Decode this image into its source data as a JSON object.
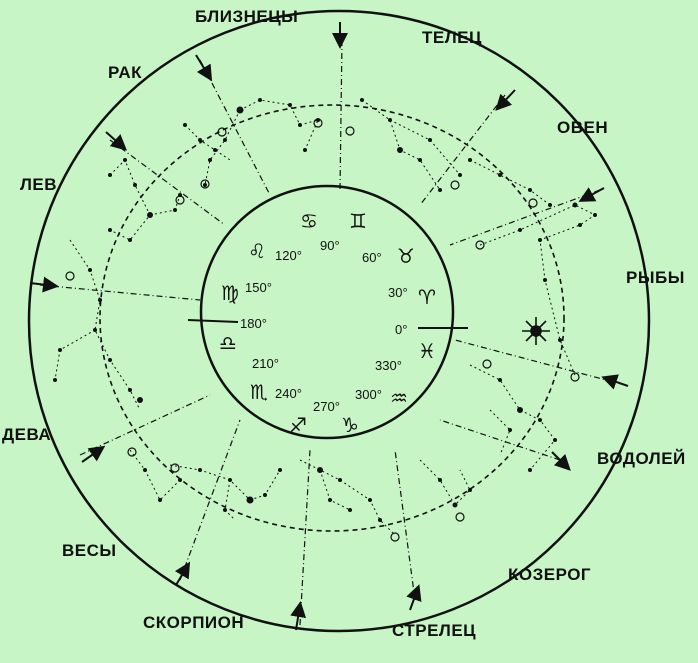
{
  "zodiac_labels": {
    "gemini": "БЛИЗНЕЦЫ",
    "taurus": "ТЕЛЕЦ",
    "cancer": "РАК",
    "aries": "ОВЕН",
    "leo": "ЛЕВ",
    "pisces": "РЫБЫ",
    "virgo": "ДЕВА",
    "aquarius": "ВОДОЛЕЙ",
    "libra": "ВЕСЫ",
    "capricorn": "КОЗЕРОГ",
    "scorpio": "СКОРПИОН",
    "sagittarius": "СТРЕЛЕЦ"
  },
  "degree_labels": {
    "d0": "0°",
    "d30": "30°",
    "d60": "60°",
    "d90": "90°",
    "d120": "120°",
    "d150": "150°",
    "d180": "180°",
    "d210": "210°",
    "d240": "240°",
    "d270": "270°",
    "d300": "300°",
    "d330": "330°"
  },
  "sign_symbols": {
    "cancer": "♋",
    "gemini": "♊",
    "taurus": "♉",
    "aries": "♈",
    "pisces": "♓",
    "aquarius": "♒",
    "capricorn": "♑",
    "sagittarius": "♐",
    "scorpio": "♏",
    "libra": "♎",
    "virgo": "♍",
    "leo": "♌"
  },
  "colors": {
    "background": "#c8f5c6",
    "ink": "#111111"
  }
}
